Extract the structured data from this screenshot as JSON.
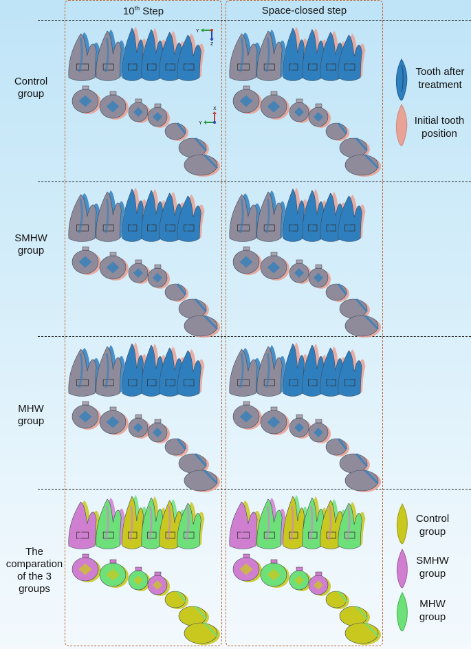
{
  "columns": [
    {
      "main": "10",
      "sup": "th",
      "rest": " Step"
    },
    {
      "main": "Space-closed step",
      "sup": "",
      "rest": ""
    }
  ],
  "rows": [
    {
      "label_lines": [
        "Control",
        "group"
      ],
      "palette": "blue"
    },
    {
      "label_lines": [
        "SMHW",
        "group"
      ],
      "palette": "blue"
    },
    {
      "label_lines": [
        "MHW",
        "group"
      ],
      "palette": "blue"
    },
    {
      "label_lines": [
        "The",
        "comparation",
        "of the 3",
        "groups"
      ],
      "palette": "compare"
    }
  ],
  "axes": {
    "side_view": {
      "horizontal": "Y",
      "vertical": "Z"
    },
    "occlusal_view": {
      "horizontal": "Y",
      "vertical": "X"
    }
  },
  "legend_top": [
    {
      "lines": [
        "Tooth after",
        "treatment"
      ],
      "color": "#2f7fbe"
    },
    {
      "lines": [
        "Initial tooth",
        "position"
      ],
      "color": "#e8a296"
    }
  ],
  "legend_bottom": [
    {
      "lines": [
        "Control",
        "group"
      ],
      "color": "#c9c81e"
    },
    {
      "lines": [
        "SMHW",
        "group"
      ],
      "color": "#d07fd0"
    },
    {
      "lines": [
        "MHW",
        "group"
      ],
      "color": "#6ee07a"
    }
  ],
  "colors": {
    "blue_tooth": "#2f7fbe",
    "grey_tooth": "#8f8b9a",
    "pink_tooth": "#e8a296",
    "frame": "#c0622a",
    "yellow": "#c9c81e",
    "magenta": "#d07fd0",
    "green": "#6ee07a"
  }
}
